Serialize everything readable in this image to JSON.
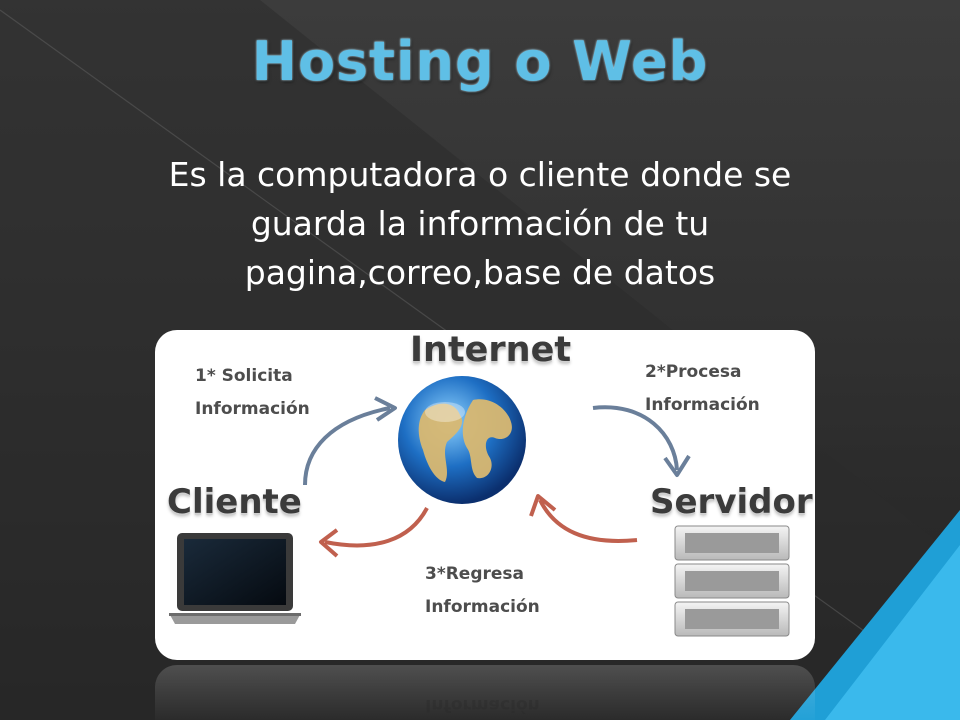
{
  "slide": {
    "title": "Hosting o Web",
    "body_lines": [
      "Es la computadora o cliente donde se",
      "guarda la información de tu",
      "pagina,correo,base de datos"
    ]
  },
  "diagram": {
    "nodes": {
      "internet": "Internet",
      "cliente": "Cliente",
      "servidor": "Servidor"
    },
    "steps": {
      "step1": {
        "line1": "1* Solicita",
        "line2": "Información"
      },
      "step2": {
        "line1": "2*Procesa",
        "line2": "Información"
      },
      "step3": {
        "line1": "3*Regresa",
        "line2": "Información"
      }
    },
    "reflection_text": "Información"
  },
  "colors": {
    "title": "#5fbfe6",
    "body_text": "#ffffff",
    "arrow_blue": "#6a7f9a",
    "arrow_red": "#c0604e",
    "accent_teal": "#1f9fd6"
  }
}
